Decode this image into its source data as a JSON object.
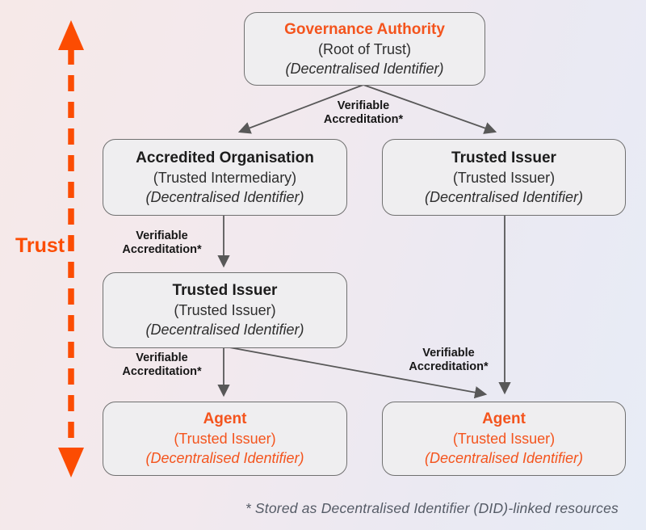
{
  "diagram": {
    "trust_axis_label": "Trust",
    "footnote": "* Stored as Decentralised Identifier (DID)-linked resources",
    "nodes": {
      "governance_authority": {
        "title": "Governance Authority",
        "subtitle": "(Root of Trust)",
        "identifier": "(Decentralised Identifier)"
      },
      "accredited_organisation": {
        "title": "Accredited Organisation",
        "subtitle": "(Trusted Intermediary)",
        "identifier": "(Decentralised Identifier)"
      },
      "trusted_issuer_right": {
        "title": "Trusted Issuer",
        "subtitle": "(Trusted Issuer)",
        "identifier": "(Decentralised Identifier)"
      },
      "trusted_issuer_left": {
        "title": "Trusted Issuer",
        "subtitle": "(Trusted Issuer)",
        "identifier": "(Decentralised Identifier)"
      },
      "agent_left": {
        "title": "Agent",
        "subtitle": "(Trusted Issuer)",
        "identifier": "(Decentralised Identifier)"
      },
      "agent_right": {
        "title": "Agent",
        "subtitle": "(Trusted Issuer)",
        "identifier": "(Decentralised Identifier)"
      }
    },
    "edge_labels": {
      "top": {
        "line1": "Verifiable",
        "line2": "Accreditation*"
      },
      "mid_left": {
        "line1": "Verifiable",
        "line2": "Accreditation*"
      },
      "low_left": {
        "line1": "Verifiable",
        "line2": "Accreditation*"
      },
      "low_right": {
        "line1": "Verifiable",
        "line2": "Accreditation*"
      }
    },
    "colors": {
      "accent_orange": "#F4541D",
      "trust_arrow_orange": "#FC4C02",
      "edge_gray": "#585858",
      "node_fill": "#efeef0",
      "node_border": "#707070"
    }
  }
}
